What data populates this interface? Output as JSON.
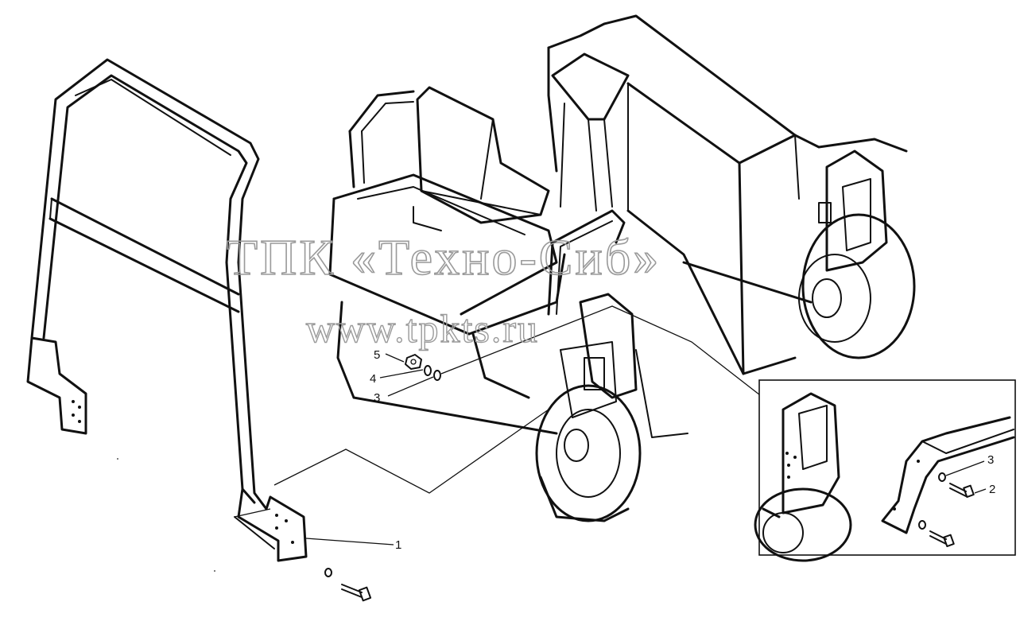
{
  "watermark": {
    "line1": "ТПК «Техно-Сиб»",
    "line2": "www.tpkts.ru"
  },
  "callouts": {
    "main": [
      {
        "id": "callout-1",
        "label": "1"
      },
      {
        "id": "callout-3",
        "label": "3"
      },
      {
        "id": "callout-4",
        "label": "4"
      },
      {
        "id": "callout-5",
        "label": "5"
      }
    ],
    "inset": [
      {
        "id": "inset-callout-3",
        "label": "3"
      },
      {
        "id": "inset-callout-2",
        "label": "2"
      }
    ]
  },
  "colors": {
    "line": "#111111",
    "watermark": "#9a9a9a",
    "background": "#ffffff"
  }
}
